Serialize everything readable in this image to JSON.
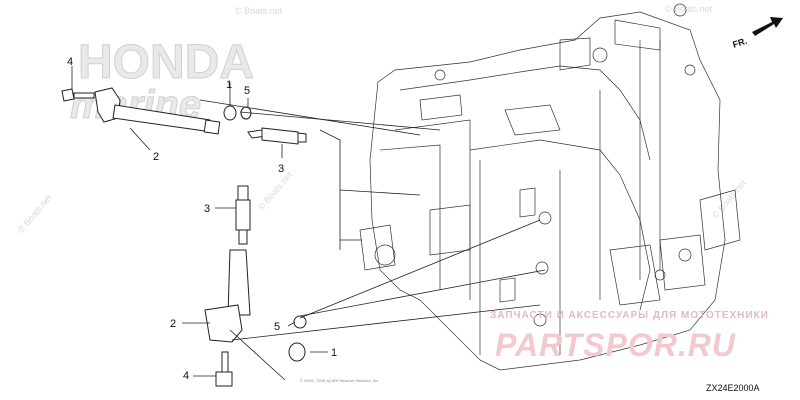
{
  "watermarks": {
    "brand_line1": "HONDA",
    "brand_line2": "marine",
    "site": "© Boats.net",
    "ru_top": "ЗАПЧАСТИ И АКСЕССУАРЫ ДЛЯ МОТОТЕХНИКИ",
    "ru_big": "PARTSPOR.RU"
  },
  "direction_label": "FR.",
  "diagram_code": "ZX24E2000A",
  "copyright": "© 2004 - 2016 by ARI Network Services, Inc.",
  "callouts": [
    "1",
    "2",
    "3",
    "4",
    "5"
  ],
  "colors": {
    "ink": "#222222",
    "watermark_red": "#f2c9cc"
  }
}
